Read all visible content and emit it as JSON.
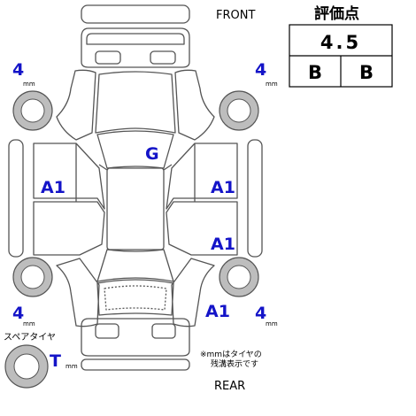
{
  "header": {
    "front_label": "FRONT",
    "rear_label": "REAR"
  },
  "grade": {
    "title": "評価点",
    "score": "4.5",
    "exterior": "B",
    "interior": "B"
  },
  "tires": {
    "front_left": "4",
    "front_right": "4",
    "rear_left": "4",
    "rear_right": "4",
    "unit": "mm",
    "spare_label": "スペアタイヤ",
    "spare_value": "T",
    "spare_unit": "mm"
  },
  "note": {
    "line1": "※mmはタイヤの",
    "line2": "残溝表示です"
  },
  "damage_marks": {
    "roof": "G",
    "left_doors": "A1",
    "right_front_door": "A1",
    "right_rear_door": "A1",
    "right_rear_quarter": "A1"
  },
  "colors": {
    "outline": "#555555",
    "mark_blue": "#1414c8",
    "tire_fill": "#bdbdbd",
    "black": "#000000"
  }
}
